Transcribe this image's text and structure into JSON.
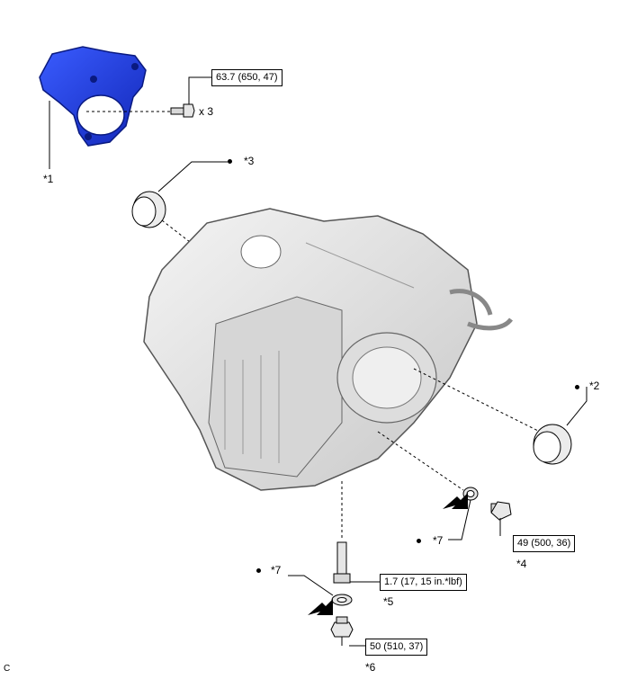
{
  "torques": {
    "bracket_bolt": "63.7 (650, 47)",
    "drain_plug_2": "49 (500, 36)",
    "pipe": "1.7 (17, 15 in.*lbf)",
    "drain_plug": "50 (510, 37)"
  },
  "quantity": "x 3",
  "callouts": {
    "c1": "*1",
    "c2": "*2",
    "c3": "*3",
    "c4": "*4",
    "c5": "*5",
    "c6": "*6",
    "c7a": "*7",
    "c7b": "*7"
  },
  "corner_code": "C",
  "colors": {
    "highlight_part": "#1f3fe0",
    "line": "#000000",
    "case": "#e4e4e4"
  }
}
